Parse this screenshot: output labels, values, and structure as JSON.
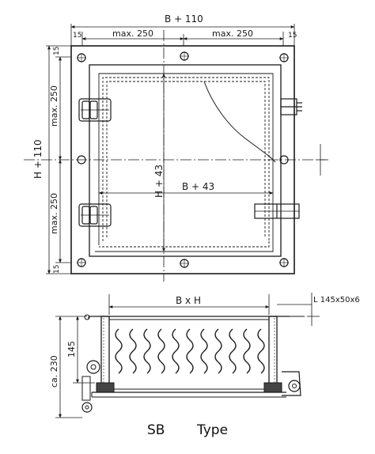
{
  "top_view": {
    "overall_width": "B + 110",
    "edge_left": "15",
    "edge_right": "15",
    "half_left": "max. 250",
    "half_right": "max. 250",
    "overall_height": "H + 110",
    "edge_top": "15",
    "edge_bottom": "15",
    "half_top": "max. 250",
    "half_bottom": "max. 250",
    "inner_width": "B + 43",
    "inner_height": "H + 43"
  },
  "section_view": {
    "opening": "B x H",
    "angle_profile": "L 145x50x6",
    "total_height": "ca. 230",
    "frame_height": "145"
  },
  "caption": {
    "code": "SB",
    "type": "Type"
  }
}
